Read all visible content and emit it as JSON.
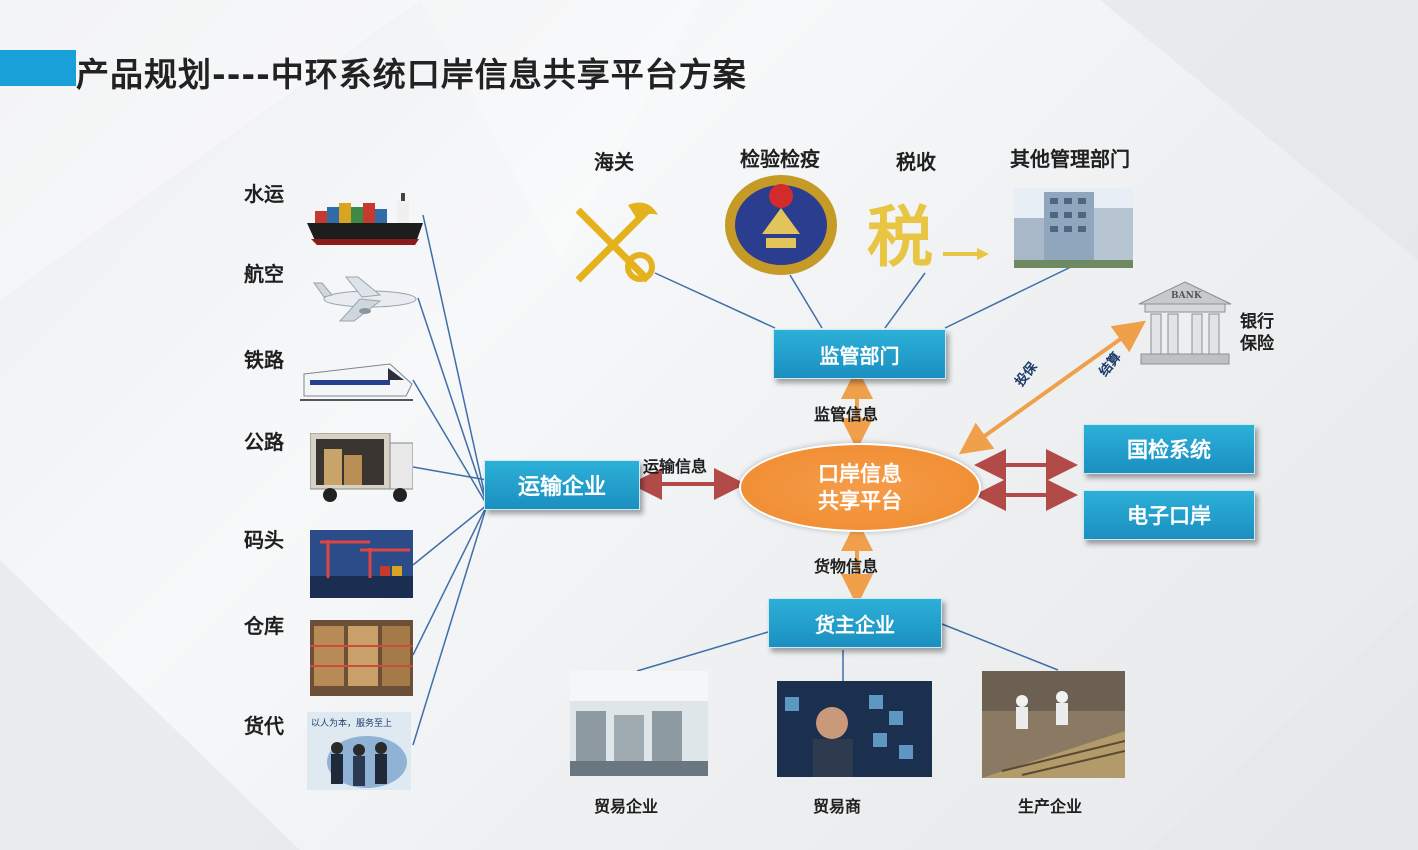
{
  "title": "产品规划----中环系统口岸信息共享平台方案",
  "transport": {
    "water": "水运",
    "air": "航空",
    "rail": "铁路",
    "road": "公路",
    "wharf": "码头",
    "warehouse": "仓库",
    "agent": "货代"
  },
  "agent_banner_text": "以人为本，服务至上",
  "regulators": {
    "customs": "海关",
    "inspection": "检验检疫",
    "tax": "税收",
    "tax_glyph": "税",
    "other": "其他管理部门"
  },
  "bank": {
    "sign": "BANK",
    "label_line1": "银行",
    "label_line2": "保险"
  },
  "nodes": {
    "supervision": "监管部门",
    "transport_enterprise": "运输企业",
    "platform_line1": "口岸信息",
    "platform_line2": "共享平台",
    "cargo_owner": "货主企业",
    "national_inspection": "国检系统",
    "e_port": "电子口岸"
  },
  "edges": {
    "supervision_info": "监管信息",
    "transport_info": "运输信息",
    "cargo_info": "货物信息",
    "bank_label_a": "投保",
    "bank_label_b": "结算"
  },
  "enterprises": {
    "trade_company": "贸易企业",
    "trader": "贸易商",
    "producer": "生产企业"
  },
  "colors": {
    "accent_bar": "#1aa0d8",
    "box_blue": "#1f9ccb",
    "platform_orange": "#ef8a2c",
    "arrow_red": "#b24b48",
    "arrow_orange": "#f0a04b",
    "line_blue": "#3f6fa8"
  }
}
